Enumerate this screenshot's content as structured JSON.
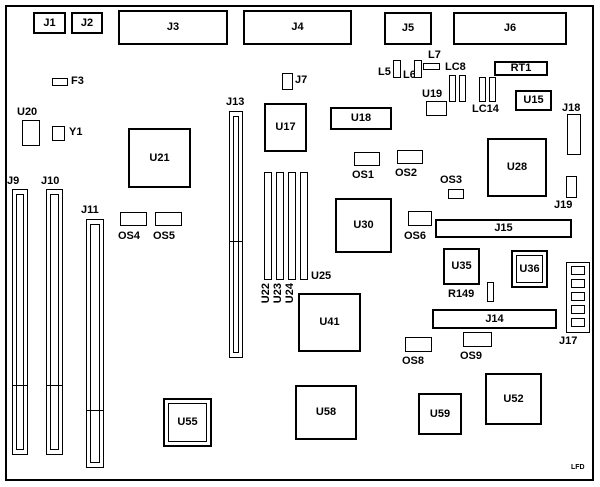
{
  "board": {
    "top_connectors": {
      "j1": "J1",
      "j2": "J2",
      "j3": "J3",
      "j4": "J4",
      "j5": "J5",
      "j6": "J6"
    },
    "slots": {
      "j9": "J9",
      "j10": "J10",
      "j11": "J11",
      "j13": "J13"
    },
    "headers": {
      "j7": "J7",
      "j14": "J14",
      "j15": "J15",
      "j17": "J17",
      "j18": "J18",
      "j19": "J19"
    },
    "ics": {
      "u15": "U15",
      "u17": "U17",
      "u18": "U18",
      "u19": "U19",
      "u20": "U20",
      "u21": "U21",
      "u22": "U22",
      "u23": "U23",
      "u24": "U24",
      "u25": "U25",
      "u28": "U28",
      "u30": "U30",
      "u35": "U35",
      "u36": "U36",
      "u41": "U41",
      "u52": "U52",
      "u55": "U55",
      "u58": "U58",
      "u59": "U59"
    },
    "oscillators": {
      "os1": "OS1",
      "os2": "OS2",
      "os3": "OS3",
      "os4": "OS4",
      "os5": "OS5",
      "os6": "OS6",
      "os8": "OS8",
      "os9": "OS9"
    },
    "passives": {
      "f3": "F3",
      "y1": "Y1",
      "l5": "L5",
      "l6": "L6",
      "l7": "L7",
      "lc8": "LC8",
      "lc14": "LC14",
      "rt1": "RT1",
      "r149": "R149"
    },
    "footer": {
      "logo": "LFD"
    },
    "colors": {
      "line": "#000000",
      "background": "#ffffff"
    }
  }
}
